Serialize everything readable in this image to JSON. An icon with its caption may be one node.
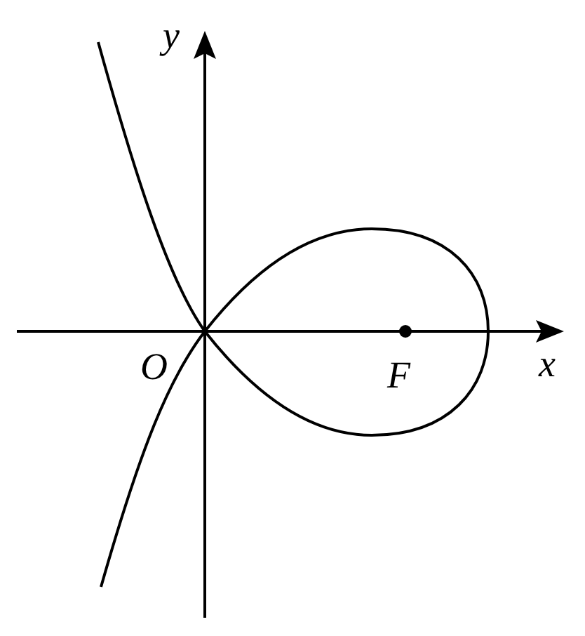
{
  "diagram": {
    "labels": [
      "y",
      "x",
      "O",
      "F"
    ]
  }
}
